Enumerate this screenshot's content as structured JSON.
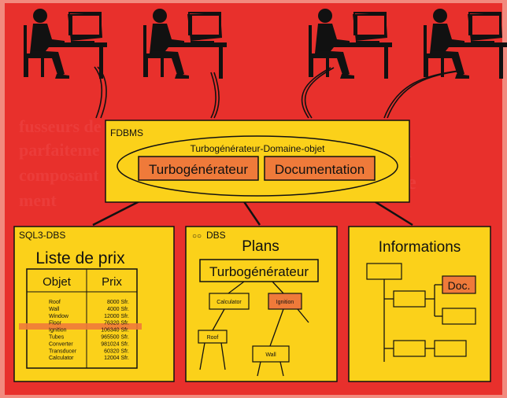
{
  "colors": {
    "background": "#e8302c",
    "border": "#f28a7e",
    "panel": "#fbd11a",
    "highlight": "#ef7a3a",
    "ink": "#111111"
  },
  "icons": {
    "workstation": "person-at-computer-icon"
  },
  "fdbms": {
    "label": "FDBMS",
    "domain": "Turbogénérateur-Domaine-objet",
    "turbo": "Turbogénérateur",
    "documentation": "Documentation"
  },
  "sql3": {
    "label": "SQL3-DBS",
    "title": "Liste de prix",
    "headers": [
      "Objet",
      "Prix"
    ],
    "rows": [
      {
        "objet": "Roof",
        "prix": "8000 Sfr."
      },
      {
        "objet": "Wall",
        "prix": "4000 Sfr."
      },
      {
        "objet": "Window",
        "prix": "12000 Sfr."
      },
      {
        "objet": "Floor",
        "prix": "76320 Sfr."
      },
      {
        "objet": "Ignition",
        "prix": "106340 Sfr."
      },
      {
        "objet": "Tubes",
        "prix": "965500 Sfr."
      },
      {
        "objet": "Converter",
        "prix": "981024 Sfr."
      },
      {
        "objet": "Transducer",
        "prix": "60320 Sfr."
      },
      {
        "objet": "Calculator",
        "prix": "12004 Sfr."
      }
    ]
  },
  "plans": {
    "label": "DBS",
    "label_prefix": "○○",
    "title": "Plans",
    "turbo": "Turbogénérateur",
    "calculator": "Calculator",
    "ignition": "Ignition",
    "roof": "Roof",
    "wall": "Wall"
  },
  "informations": {
    "title": "Informations",
    "doc": "Doc."
  }
}
